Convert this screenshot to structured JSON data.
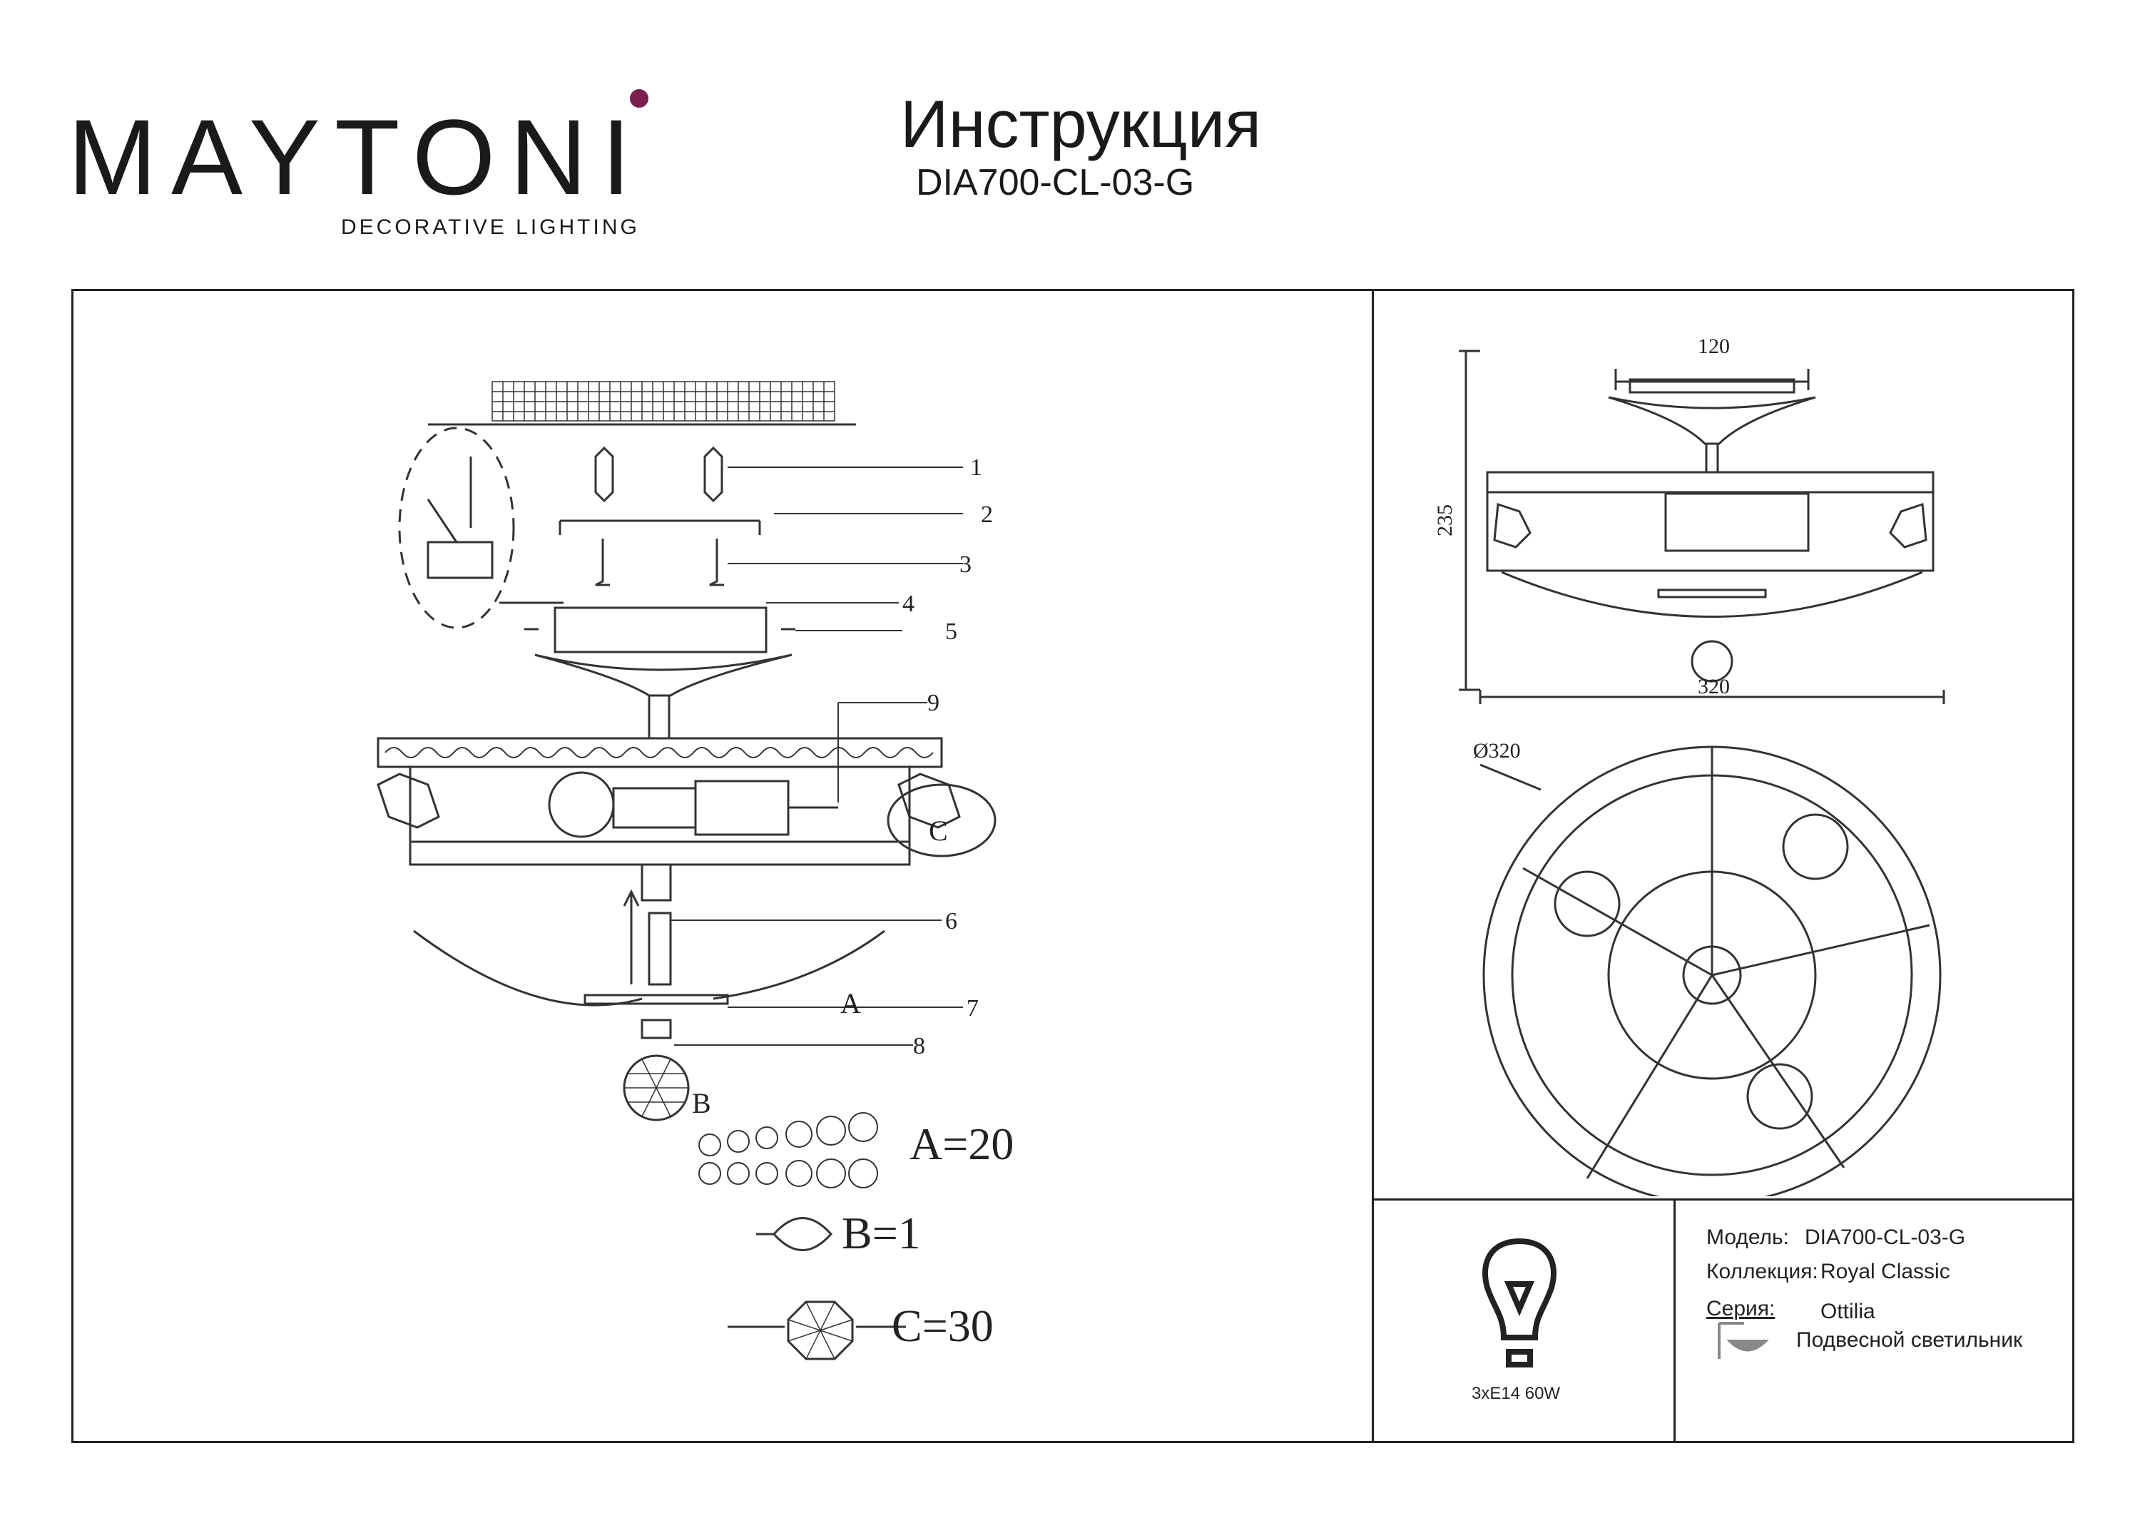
{
  "header": {
    "brand": "MAYTONI",
    "brand_sub": "DECORATIVE LIGHTING",
    "title": "Инструкция",
    "model": "DIA700-CL-03-G"
  },
  "brand_color": "#7a1f4f",
  "assembly": {
    "callouts": [
      "1",
      "2",
      "3",
      "4",
      "5",
      "6",
      "7",
      "8",
      "9"
    ],
    "letters": {
      "a": "A",
      "b": "B",
      "c": "C"
    },
    "parts": [
      {
        "label": "A=20"
      },
      {
        "label": "B=1"
      },
      {
        "label": "C=30"
      }
    ]
  },
  "dimensions": {
    "top_width": "120",
    "height": "235",
    "width": "320",
    "diameter": "Ø320"
  },
  "bulb": {
    "caption": "3xE14 60W",
    "icon": "light-bulb-icon"
  },
  "specs": {
    "model_label": "Модель:",
    "model_value": "DIA700-CL-03-G",
    "collection_label": "Коллекция:",
    "collection_value": "Royal Classic",
    "series_label": "Серия:",
    "series_value": "Ottilia",
    "type_value": "Подвесной светильник",
    "type_icon": "ceiling-lamp-icon"
  }
}
